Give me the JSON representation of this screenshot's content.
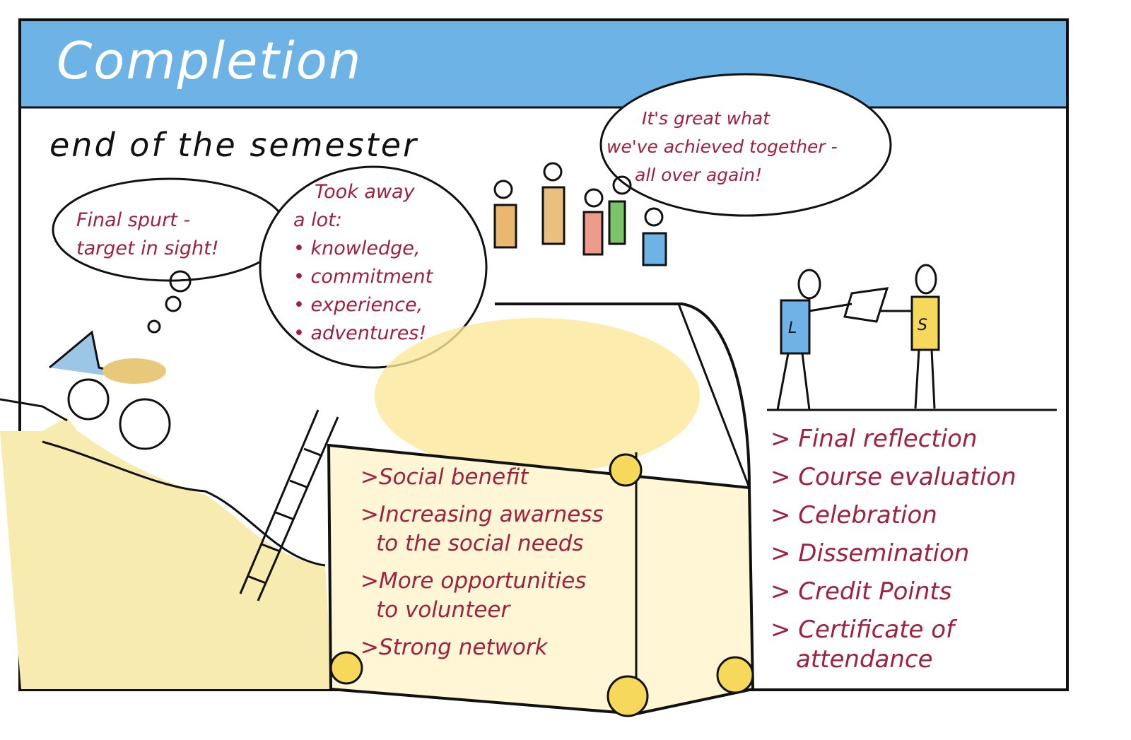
{
  "header": {
    "title": "Completion"
  },
  "subtitle": "end of the semester",
  "bubbles": {
    "cyclist": {
      "lines": [
        "Final spurt -",
        "target in sight!"
      ]
    },
    "climber": {
      "lines": [
        "Took away",
        "a lot:",
        "• knowledge,",
        "• commitment",
        "• experience,",
        "• adventures!"
      ]
    },
    "group": {
      "lines": [
        "It's great what",
        "we've achieved together -",
        "all over again!"
      ]
    }
  },
  "chest_list": [
    {
      "lines": [
        ">Social benefit"
      ]
    },
    {
      "lines": [
        ">Increasing awarness",
        "to the social needs"
      ]
    },
    {
      "lines": [
        ">More opportunities",
        "to volunteer"
      ]
    },
    {
      "lines": [
        ">Strong network"
      ]
    }
  ],
  "right_list": [
    {
      "lines": [
        "> Final reflection"
      ]
    },
    {
      "lines": [
        "> Course evaluation"
      ]
    },
    {
      "lines": [
        "> Celebration"
      ]
    },
    {
      "lines": [
        "> Dissemination"
      ]
    },
    {
      "lines": [
        "> Credit Points"
      ]
    },
    {
      "lines": [
        "> Certificate of",
        "attendance"
      ]
    }
  ],
  "figure_labels": {
    "left": "L",
    "right": "S"
  },
  "colors": {
    "header": "#6db3e6",
    "text_red": "#a0213f",
    "sand": "#f7e6a0",
    "gold": "#f6d85a"
  }
}
